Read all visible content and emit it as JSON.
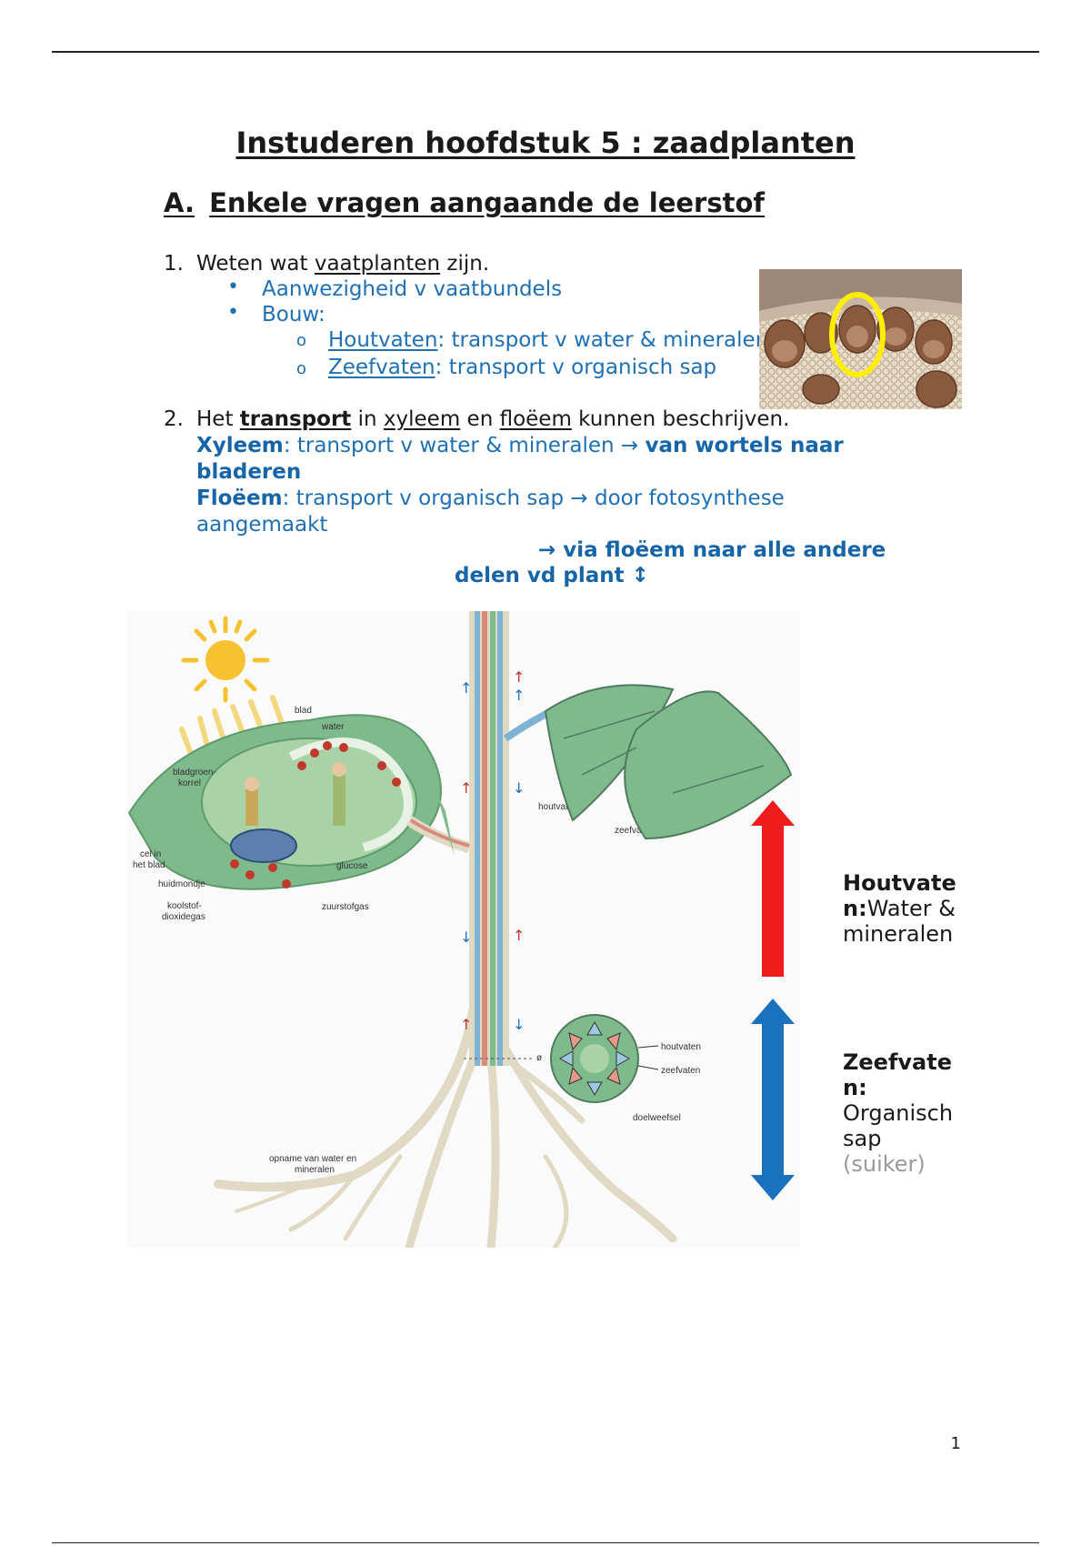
{
  "page": {
    "title": "Instuderen hoofdstuk 5 : zaadplanten",
    "page_number": "1"
  },
  "sectionA": {
    "letter": "A.",
    "heading": "Enkele vragen aangaande de leerstof"
  },
  "q1": {
    "number": "1.",
    "pre": "Weten wat ",
    "term": "vaatplanten",
    "post": " zijn.",
    "bullet1": "Aanwezigheid v vaatbundels",
    "bullet2": "Bouw:",
    "sub1_term": "Houtvaten",
    "sub1_rest": ": transport v water & mineralen",
    "sub2_term": "Zeefvaten",
    "sub2_rest": ": transport v organisch sap"
  },
  "q2": {
    "number": "2.",
    "w1": "Het ",
    "transport": "transport",
    "w2": " in ",
    "xyleem": "xyleem",
    "w3": " en ",
    "floeem": "floëem",
    "w4": " kunnen beschrijven.",
    "xyl_label": "Xyleem",
    "xyl_text": ": transport v water & mineralen → ",
    "xyl_bold1": "van wortels naar",
    "xyl_bold2": "bladeren",
    "flo_label": "Floëem",
    "flo_text": ": transport v organisch sap →  door fotosynthese",
    "flo_text2": "aangemaakt",
    "via1": "→ via floëem naar alle andere",
    "via2": "delen vd plant ↕"
  },
  "diagram": {
    "blad": "blad",
    "water": "water",
    "bladgroenkorrel1": "bladgroen-",
    "bladgroenkorrel2": "korrel",
    "cel1": "cel in",
    "cel2": "het blad",
    "huidmondje": "huidmondje",
    "kool1": "koolstof-",
    "kool2": "dioxidegas",
    "zuurstofgas": "zuurstofgas",
    "glucose": "glucose",
    "houtvaten": "houtvaten",
    "zeefvaten": "zeefvaten",
    "houtvaten2": "houtvaten",
    "zeefvaten2": "zeefvaten",
    "doelweefsel": "doelweefsel",
    "opname1": "opname van water en",
    "opname2": "mineralen",
    "section_mark": "ø"
  },
  "legend": {
    "hout_bold1": "Houtvate",
    "hout_bold2": "n:",
    "hout_text1": "Water &",
    "hout_text2": "mineralen",
    "zeef_bold1": "Zeefvate",
    "zeef_bold2": "n:",
    "zeef_text1": "Organisch",
    "zeef_text2": "sap",
    "zeef_text3": "(suiker)"
  },
  "colors": {
    "blue_text": "#1e6fb4",
    "arrow_red": "#ee1c1c",
    "arrow_blue": "#1a72bf",
    "leaf_green": "#7fba8c",
    "sun_yellow": "#f6c230"
  }
}
